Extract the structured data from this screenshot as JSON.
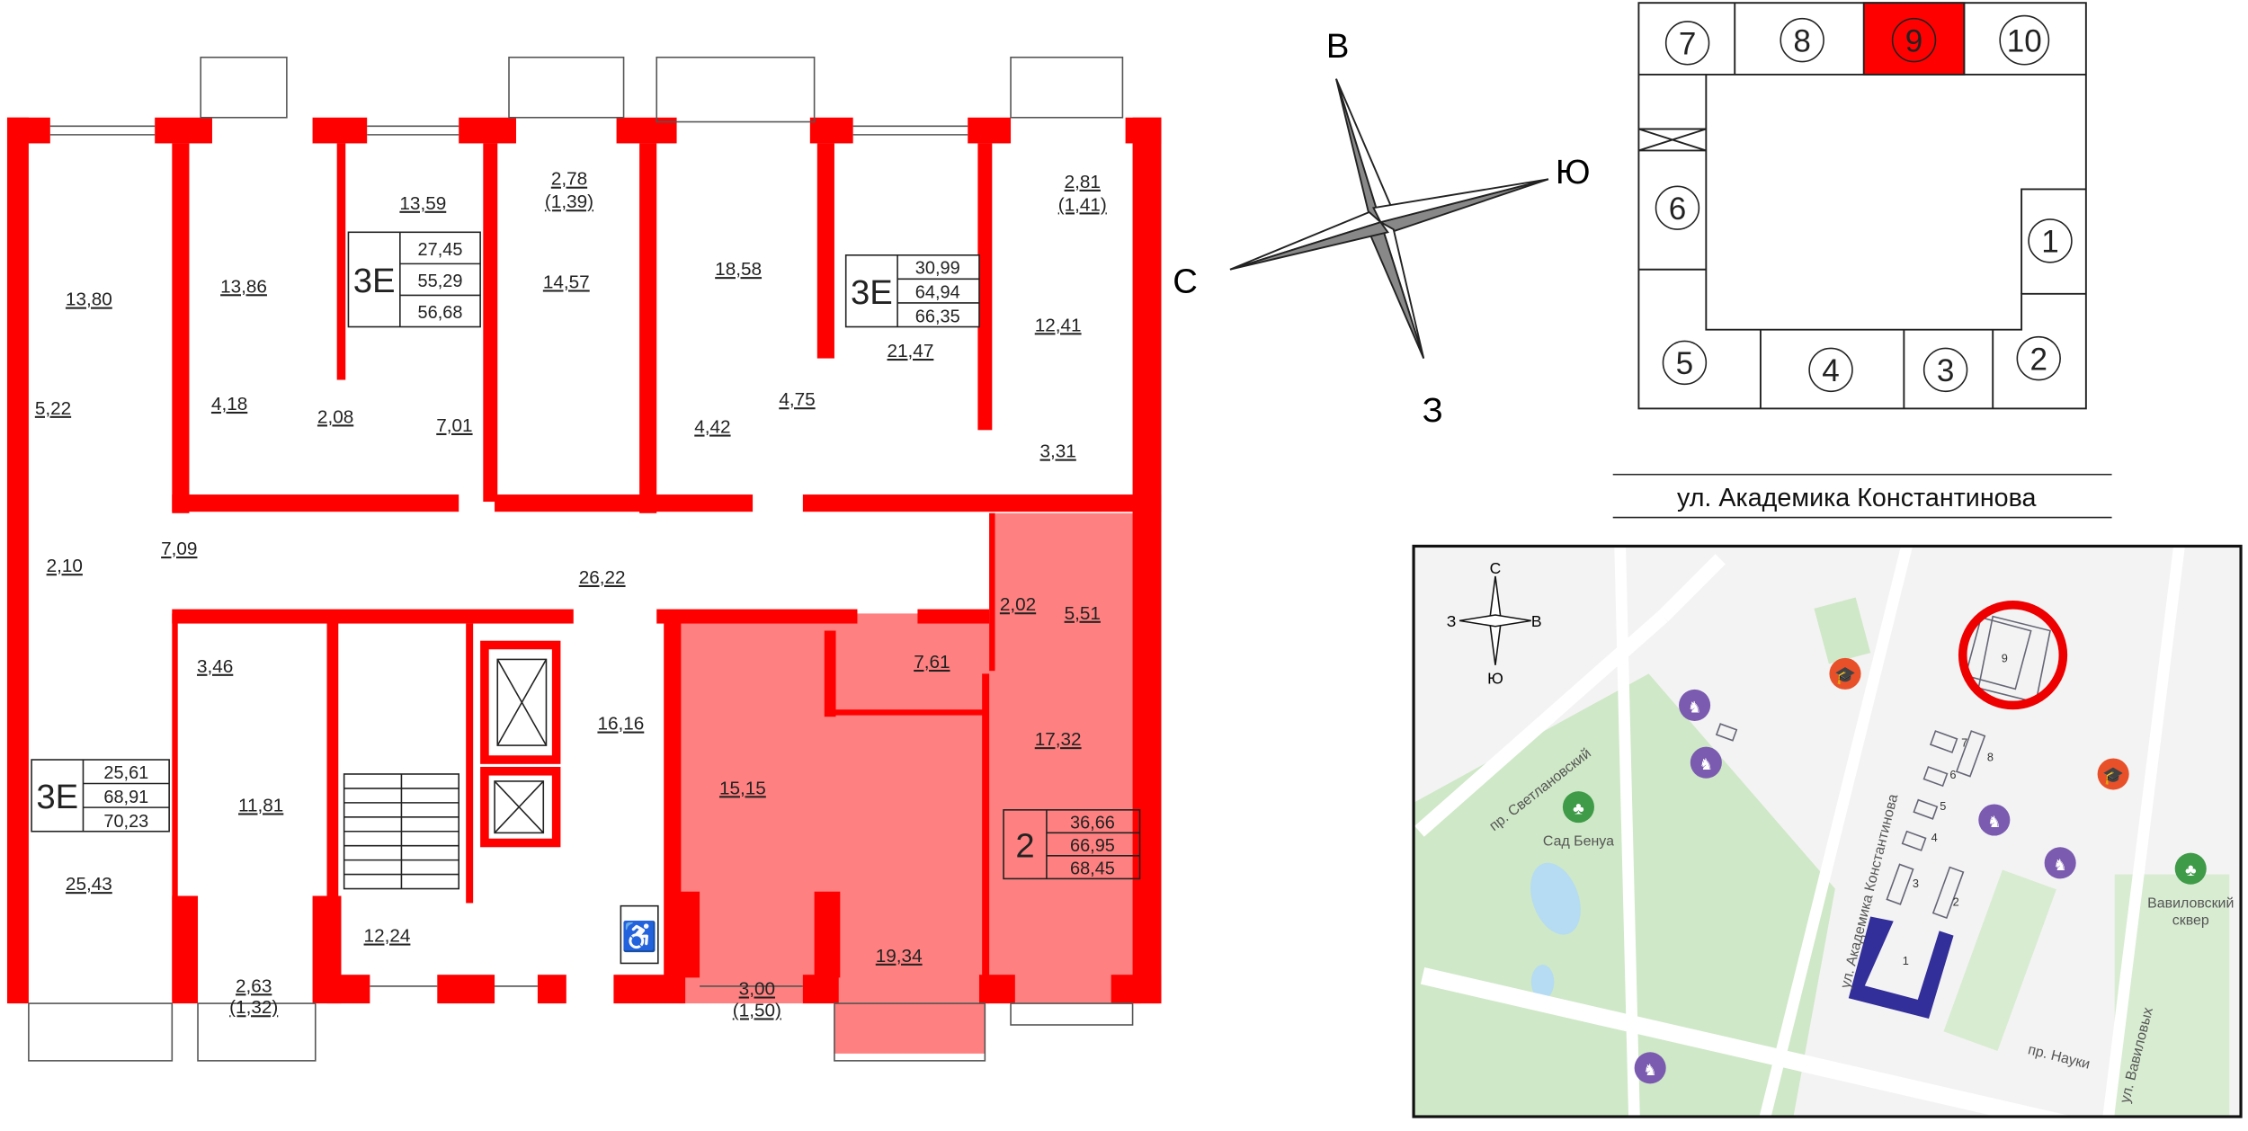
{
  "floor_plan": {
    "rooms": [
      {
        "area": "13,80"
      },
      {
        "area": "13,86"
      },
      {
        "area": "13,59"
      },
      {
        "area": "2,78",
        "sub": "(1,39)"
      },
      {
        "area": "14,57"
      },
      {
        "area": "18,58"
      },
      {
        "area": "21,47"
      },
      {
        "area": "2,81",
        "sub": "(1,41)"
      },
      {
        "area": "12,41"
      },
      {
        "area": "5,22"
      },
      {
        "area": "4,18"
      },
      {
        "area": "2,08"
      },
      {
        "area": "7,01"
      },
      {
        "area": "4,42"
      },
      {
        "area": "4,75"
      },
      {
        "area": "3,31"
      },
      {
        "area": "2,10"
      },
      {
        "area": "7,09"
      },
      {
        "area": "26,22"
      },
      {
        "area": "2,02"
      },
      {
        "area": "5,51"
      },
      {
        "area": "3,46"
      },
      {
        "area": "7,61"
      },
      {
        "area": "16,16"
      },
      {
        "area": "11,81"
      },
      {
        "area": "15,15"
      },
      {
        "area": "17,32"
      },
      {
        "area": "25,43"
      },
      {
        "area": "12,24"
      },
      {
        "area": "2,63",
        "sub": "(1,32)"
      },
      {
        "area": "3,00",
        "sub": "(1,50)"
      },
      {
        "area": "19,34"
      }
    ],
    "apartments": [
      {
        "type": "3E",
        "living": "27,45",
        "total": "55,29",
        "total_with_balcony": "56,68"
      },
      {
        "type": "3E",
        "living": "30,99",
        "total": "64,94",
        "total_with_balcony": "66,35"
      },
      {
        "type": "3E",
        "living": "25,61",
        "total": "68,91",
        "total_with_balcony": "70,23"
      },
      {
        "type": "2",
        "living": "36,66",
        "total": "66,95",
        "total_with_balcony": "68,45",
        "highlighted": true
      }
    ],
    "wall_color": "#ff0000",
    "highlight_color": "#ff8080"
  },
  "compass": {
    "north": "С",
    "east": "В",
    "south": "Ю",
    "west": "З"
  },
  "section_plan": {
    "sections": [
      "1",
      "2",
      "3",
      "4",
      "5",
      "6",
      "7",
      "8",
      "9",
      "10"
    ],
    "selected": "9",
    "selected_color": "#ff0000"
  },
  "street_label": "ул. Академика Константинова",
  "map": {
    "compass": {
      "north": "С",
      "east": "В",
      "south": "Ю",
      "west": "З"
    },
    "labels": {
      "svetlanovsky": "пр. Светлановский",
      "sad_benua": "Сад Бенуа",
      "konstantinova": "ул. Академика Константинова",
      "vavilovsky_1": "Вавиловский",
      "vavilovsky_2": "сквер",
      "nauki": "пр. Науки",
      "vavilovykh": "ул. Вавиловых"
    },
    "buildings": [
      "1",
      "2",
      "3",
      "4",
      "5",
      "6",
      "7",
      "8",
      "9"
    ],
    "highlighted_building": "9",
    "icons": [
      "school-icon",
      "kindergarten-icon",
      "park-icon"
    ]
  }
}
